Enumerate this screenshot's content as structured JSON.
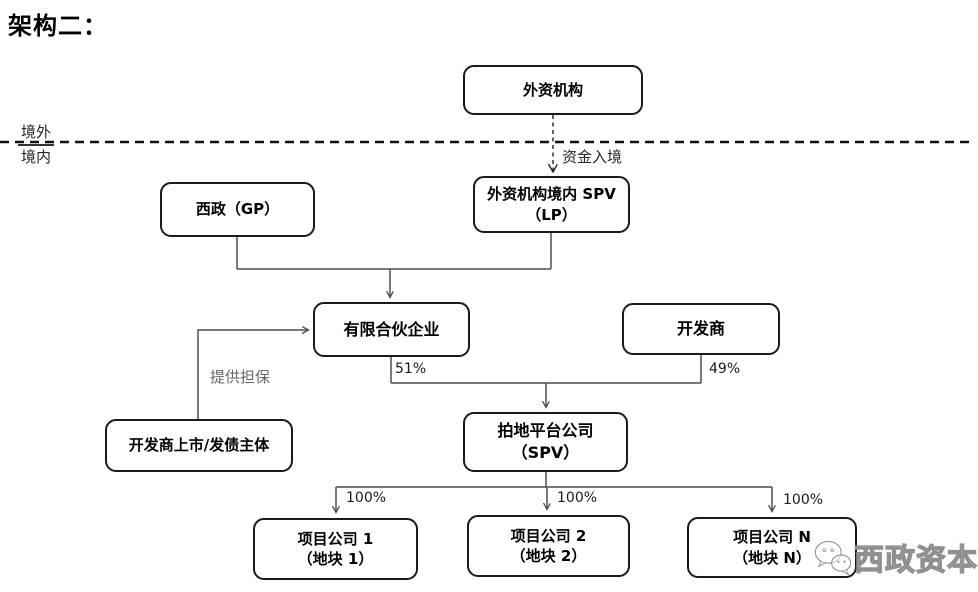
{
  "title": "架构二：",
  "regions": {
    "offshore": "境外",
    "onshore": "境内"
  },
  "nodes": {
    "foreign_institution": {
      "label": "外资机构"
    },
    "xizheng_gp": {
      "label": "西政（GP）"
    },
    "domestic_spv": {
      "line1": "外资机构境内 SPV",
      "line2": "（LP）"
    },
    "limited_partnership": {
      "label": "有限合伙企业"
    },
    "developer": {
      "label": "开发商"
    },
    "land_platform": {
      "line1": "拍地平台公司",
      "line2": "（SPV）"
    },
    "developer_listed": {
      "label": "开发商上市/发债主体"
    },
    "project1": {
      "line1": "项目公司 1",
      "line2": "（地块 1）"
    },
    "project2": {
      "line1": "项目公司 2",
      "line2": "（地块 2）"
    },
    "projectN": {
      "line1": "项目公司 N",
      "line2": "（地块 N）"
    }
  },
  "edge_labels": {
    "capital_inbound": "资金入境",
    "guarantee": "提供担保",
    "lp_share": "51%",
    "developer_share": "49%",
    "project1_share": "100%",
    "project2_share": "100%",
    "projectN_share": "100%"
  },
  "watermark": {
    "text": "西政资本",
    "icon": "wechat-logo"
  },
  "colors": {
    "box_border": "#1a1a1a",
    "connector": "#4d4d4d",
    "divider": "#111111",
    "guarantee_label": "#696969",
    "watermark": "#909090"
  }
}
